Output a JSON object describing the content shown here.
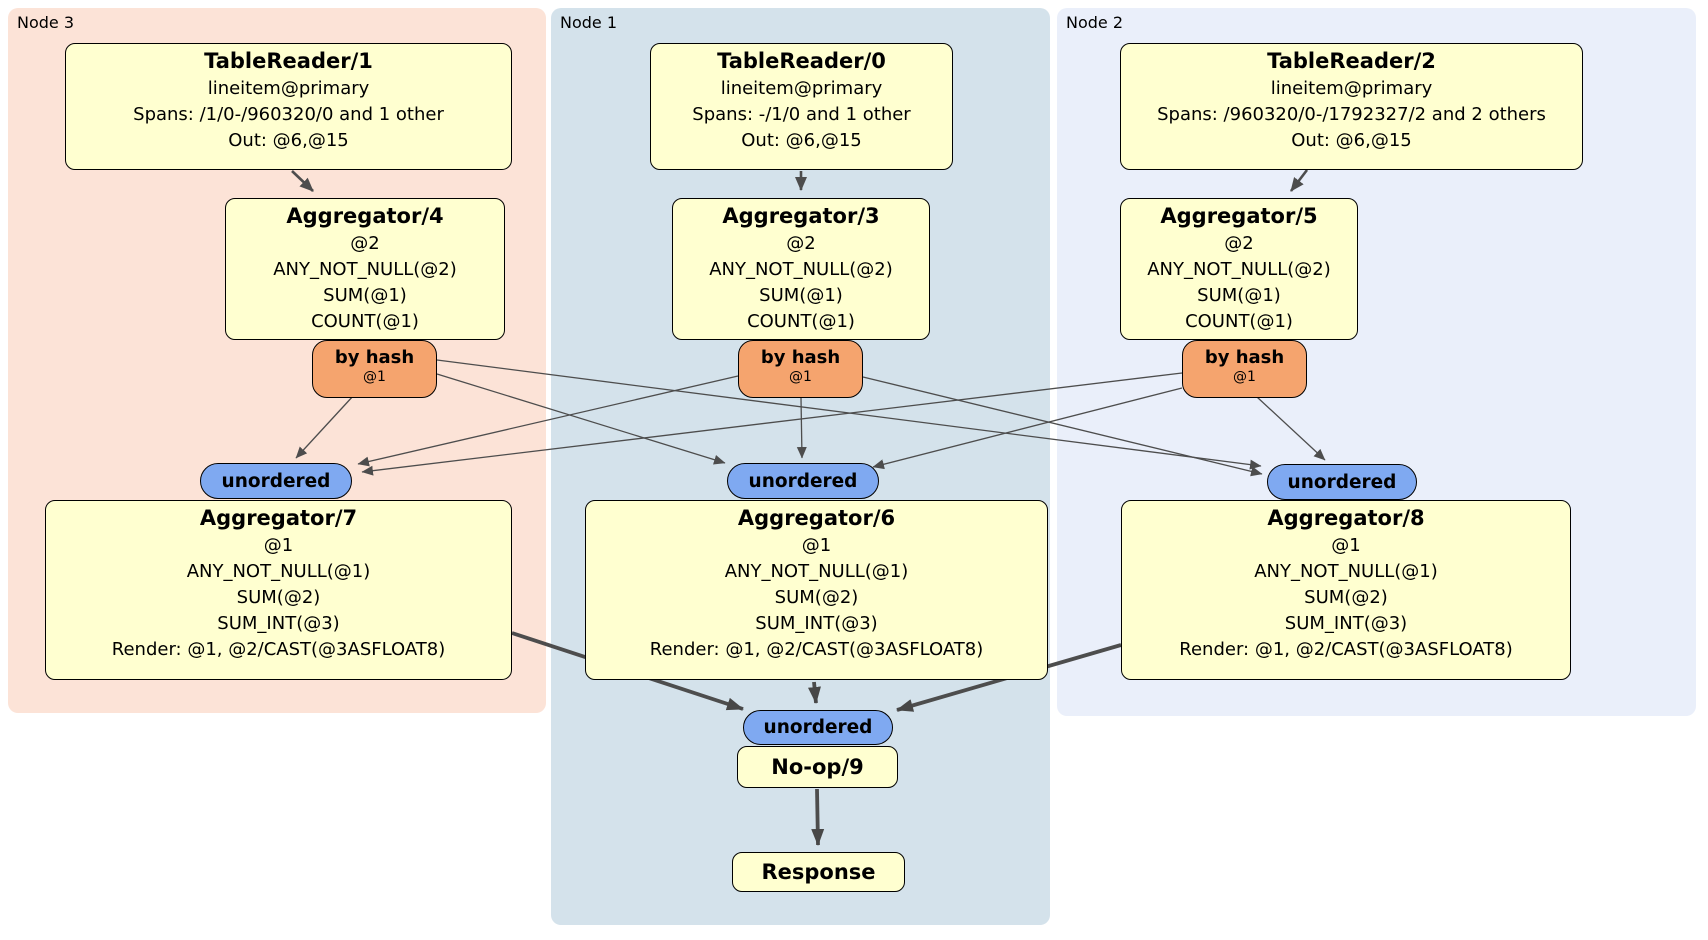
{
  "clusters": {
    "node3": {
      "label": "Node 3"
    },
    "node1": {
      "label": "Node 1"
    },
    "node2": {
      "label": "Node 2"
    }
  },
  "processors": {
    "tr1": {
      "title": "TableReader/1",
      "lines": [
        "lineitem@primary",
        "Spans: /1/0-/960320/0 and 1 other",
        "Out: @6,@15"
      ]
    },
    "tr0": {
      "title": "TableReader/0",
      "lines": [
        "lineitem@primary",
        "Spans: -/1/0 and 1 other",
        "Out: @6,@15"
      ]
    },
    "tr2": {
      "title": "TableReader/2",
      "lines": [
        "lineitem@primary",
        "Spans: /960320/0-/1792327/2 and 2 others",
        "Out: @6,@15"
      ]
    },
    "agg4": {
      "title": "Aggregator/4",
      "lines": [
        "@2",
        "ANY_NOT_NULL(@2)",
        "SUM(@1)",
        "COUNT(@1)"
      ]
    },
    "agg3": {
      "title": "Aggregator/3",
      "lines": [
        "@2",
        "ANY_NOT_NULL(@2)",
        "SUM(@1)",
        "COUNT(@1)"
      ]
    },
    "agg5": {
      "title": "Aggregator/5",
      "lines": [
        "@2",
        "ANY_NOT_NULL(@2)",
        "SUM(@1)",
        "COUNT(@1)"
      ]
    },
    "agg7": {
      "title": "Aggregator/7",
      "lines": [
        "@1",
        "ANY_NOT_NULL(@1)",
        "SUM(@2)",
        "SUM_INT(@3)",
        "Render: @1, @2/CAST(@3ASFLOAT8)"
      ]
    },
    "agg6": {
      "title": "Aggregator/6",
      "lines": [
        "@1",
        "ANY_NOT_NULL(@1)",
        "SUM(@2)",
        "SUM_INT(@3)",
        "Render: @1, @2/CAST(@3ASFLOAT8)"
      ]
    },
    "agg8": {
      "title": "Aggregator/8",
      "lines": [
        "@1",
        "ANY_NOT_NULL(@1)",
        "SUM(@2)",
        "SUM_INT(@3)",
        "Render: @1, @2/CAST(@3ASFLOAT8)"
      ]
    },
    "noop": {
      "title": "No-op/9"
    },
    "response": {
      "title": "Response"
    }
  },
  "routers": {
    "by_hash": {
      "label": "by hash",
      "key": "@1"
    },
    "unordered": {
      "label": "unordered"
    }
  },
  "colors": {
    "node3_bg": "#fce3d7",
    "node1_bg": "#d4e2eb",
    "node2_bg": "#eaeffa",
    "processor_bg": "#ffffd0",
    "hash_router_bg": "#f5a46e",
    "unordered_sync_bg": "#7fa9f1",
    "edge": "#4d4d4d",
    "border": "#000000"
  }
}
